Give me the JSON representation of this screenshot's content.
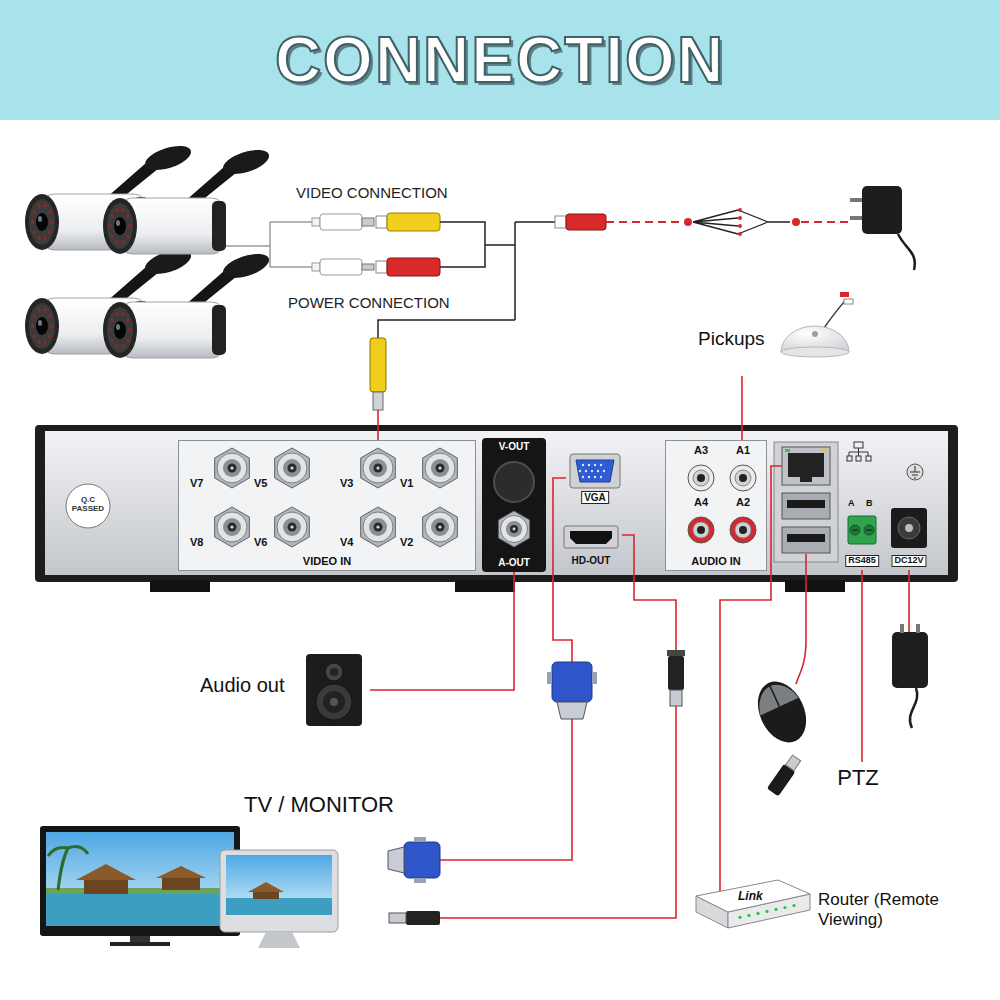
{
  "diagram": {
    "title": "CONNECTION",
    "nodes": [
      {
        "text": [
          "Pickups"
        ]
      },
      {
        "text": [
          "VIDEO IN"
        ]
      },
      {
        "text": [
          "V7"
        ],
        "in": 1
      },
      {
        "text": [
          "V5"
        ],
        "in": 1
      },
      {
        "text": [
          "V3"
        ],
        "in": 1
      },
      {
        "text": [
          "V1"
        ],
        "in": 1
      },
      {
        "text": [
          "V8"
        ],
        "in": 1
      },
      {
        "text": [
          "V6"
        ],
        "in": 1
      },
      {
        "text": [
          "V4"
        ],
        "in": 1
      },
      {
        "text": [
          "V2"
        ],
        "in": 1
      },
      {
        "text": [
          "V-OUT",
          "A-OUT"
        ]
      },
      {
        "text": [
          "VGA"
        ]
      },
      {
        "text": [
          "HD-OUT"
        ]
      },
      {
        "text": [
          "AUDIO IN"
        ]
      },
      {
        "text": [
          "A3"
        ],
        "in": 13
      },
      {
        "text": [
          "A1"
        ],
        "in": 13
      },
      {
        "text": [
          "A4"
        ],
        "in": 13
      },
      {
        "text": [
          "A2"
        ],
        "in": 13
      },
      {
        "text": [
          "RS485"
        ]
      },
      {
        "text": [
          "DC12V"
        ]
      },
      {
        "text": [
          "Audio out"
        ]
      },
      {
        "text": [
          "PTZ"
        ]
      },
      {
        "text": [
          "TV / MONITOR"
        ]
      },
      {
        "text": [
          "Link",
          "Router (Remote Viewing)"
        ]
      }
    ],
    "edges": [
      {
        "from": 0,
        "to": 15,
        "arrow": "none"
      },
      {
        "from": 10,
        "to": 20,
        "arrow": "none"
      },
      {
        "from": 11,
        "to": 22,
        "arrow": "none"
      },
      {
        "from": 12,
        "to": 22,
        "arrow": "none"
      },
      {
        "from": 18,
        "to": 21,
        "arrow": "none"
      }
    ],
    "labels": [
      "VIDEO CONNECTION",
      "POWER CONNECTION",
      "Q.C PASSED",
      "A",
      "B"
    ]
  }
}
